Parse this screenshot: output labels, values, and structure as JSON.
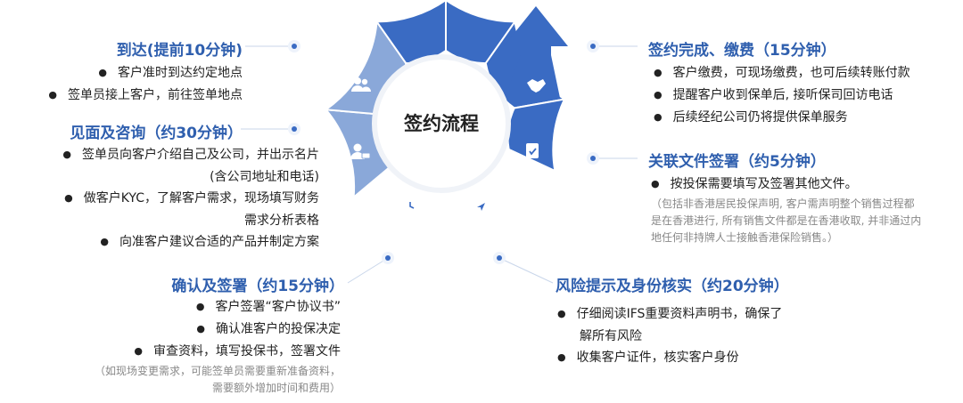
{
  "center_label": "签约流程",
  "colors": {
    "title": "#2f5fae",
    "dark": "#3a6bc3",
    "light": "#8aa8d9",
    "ring": "#eef3fb"
  },
  "steps": [
    {
      "title": "到达(提前10分钟)",
      "icon": "users-icon",
      "items": [
        "客户准时到达约定地点",
        "签单员接上客户，前往签单地点"
      ]
    },
    {
      "title": "见面及咨询（约30分钟）",
      "icon": "user-card-icon",
      "items": [
        "签单员向客户介绍自己及公司，并出示名片",
        "(含公司地址和电话)",
        "做客户KYC，了解客户需求，现场填写财务",
        "需求分析表格",
        "向准客户建议合适的产品并制定方案"
      ]
    },
    {
      "title": "确认及签署（约15分钟）",
      "icon": "clock-icon",
      "items": [
        "客户签署“客户协议书”",
        "确认准客户的投保决定",
        "审查资料，填写投保书，签署文件"
      ],
      "notes": [
        "（如现场变更需求，可能签单员需要重新准备资料，",
        "需要额外增加时间和费用）"
      ]
    },
    {
      "title": "风险提示及身份核实（约20分钟）",
      "icon": "send-icon",
      "items": [
        "仔细阅读IFS重要资料声明书，确保了",
        "解所有风险",
        "收集客户证件，核实客户身份"
      ]
    },
    {
      "title": "关联文件签署（约5分钟）",
      "icon": "clipboard-check-icon",
      "items": [
        "按投保需要填写及签署其他文件。"
      ],
      "notes": [
        "（包括非香港居民投保声明, 客户需声明整个销售过程都",
        "是在香港进行, 所有销售文件都是在香港收取, 并非通过内",
        "地任何非持牌人士接触香港保险销售。）"
      ]
    },
    {
      "title": "签约完成、缴费（15分钟）",
      "icon": "handshake-icon",
      "items": [
        "客户缴费，可现场缴费，也可后续转账付款",
        "提醒客户收到保单后, 接听保司回访电话",
        "后续经纪公司仍将提供保单服务"
      ]
    }
  ]
}
